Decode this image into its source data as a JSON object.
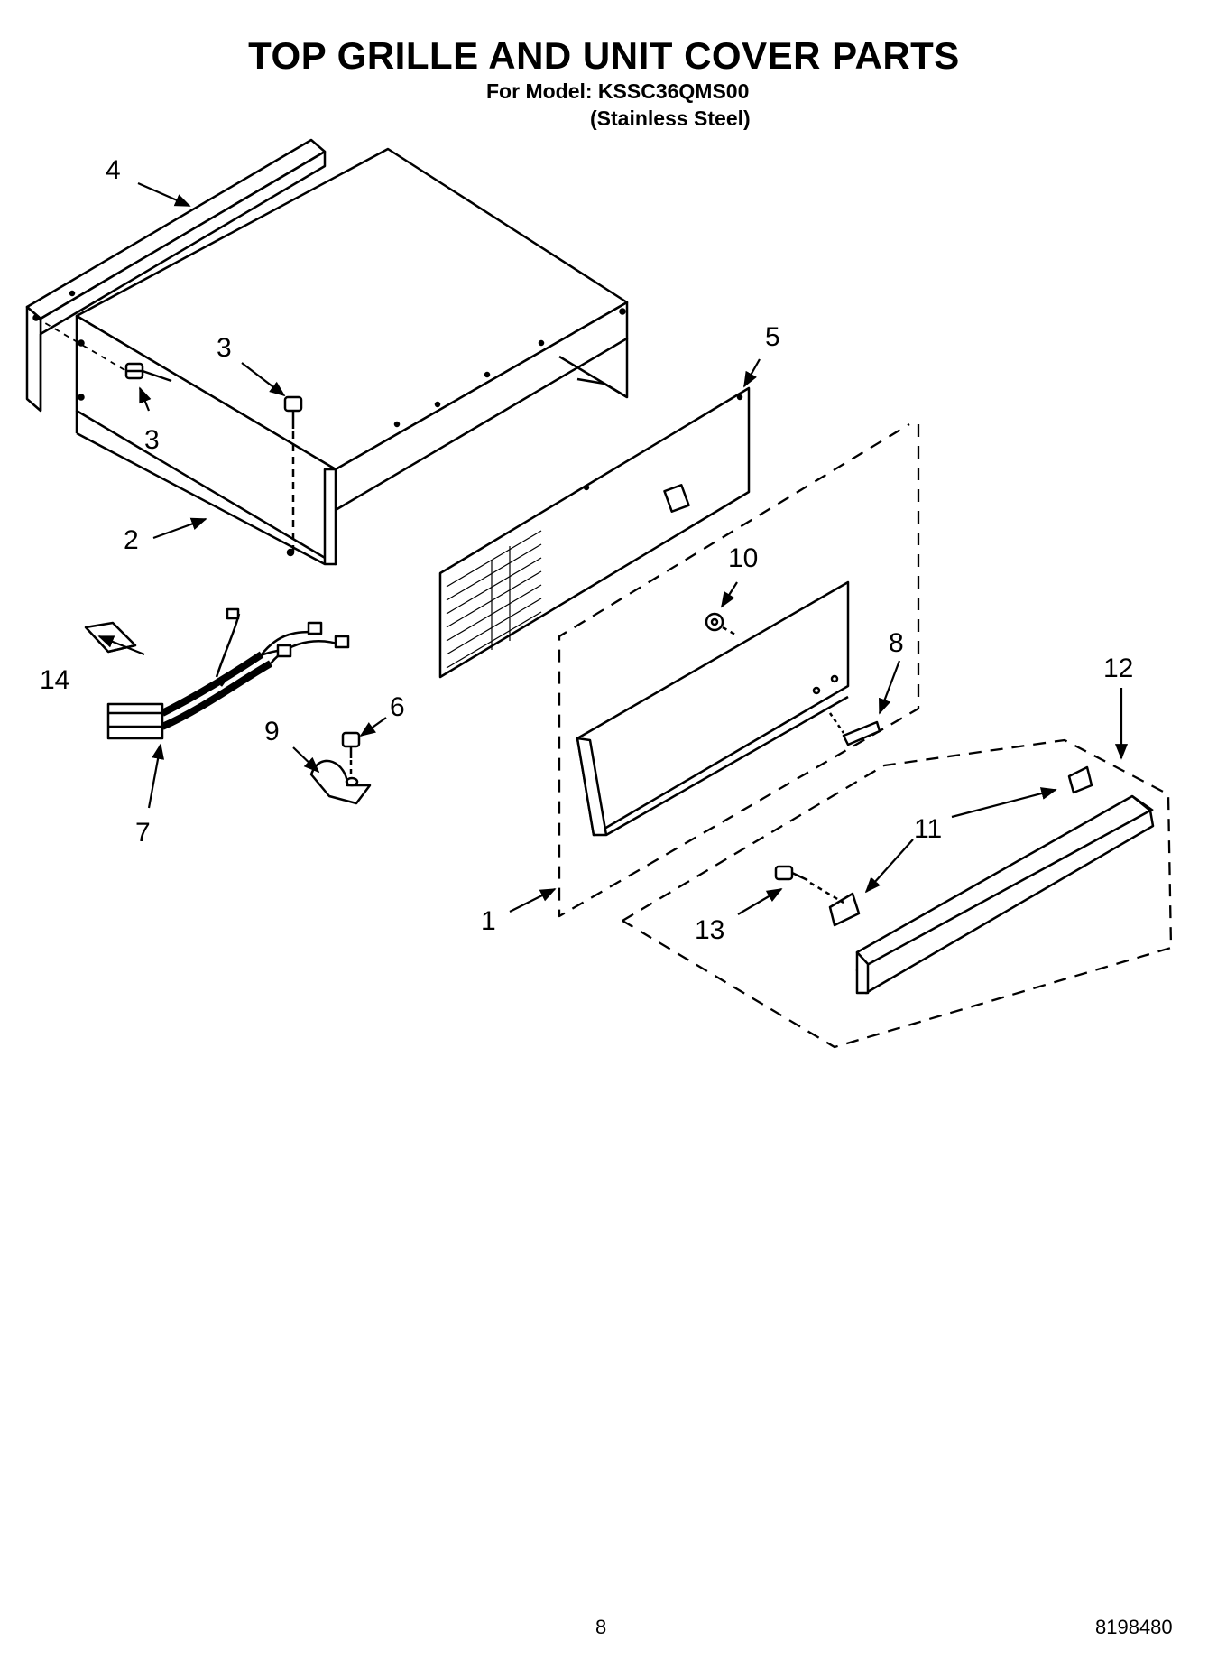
{
  "header": {
    "title": "TOP GRILLE AND UNIT COVER PARTS",
    "model_line": "For Model: KSSC36QMS00",
    "finish_line": "(Stainless Steel)"
  },
  "callouts": [
    "1",
    "2",
    "3",
    "3",
    "4",
    "5",
    "6",
    "7",
    "8",
    "9",
    "10",
    "11",
    "12",
    "13",
    "14"
  ],
  "footer": {
    "page_number": "8",
    "document_number": "8198480"
  }
}
